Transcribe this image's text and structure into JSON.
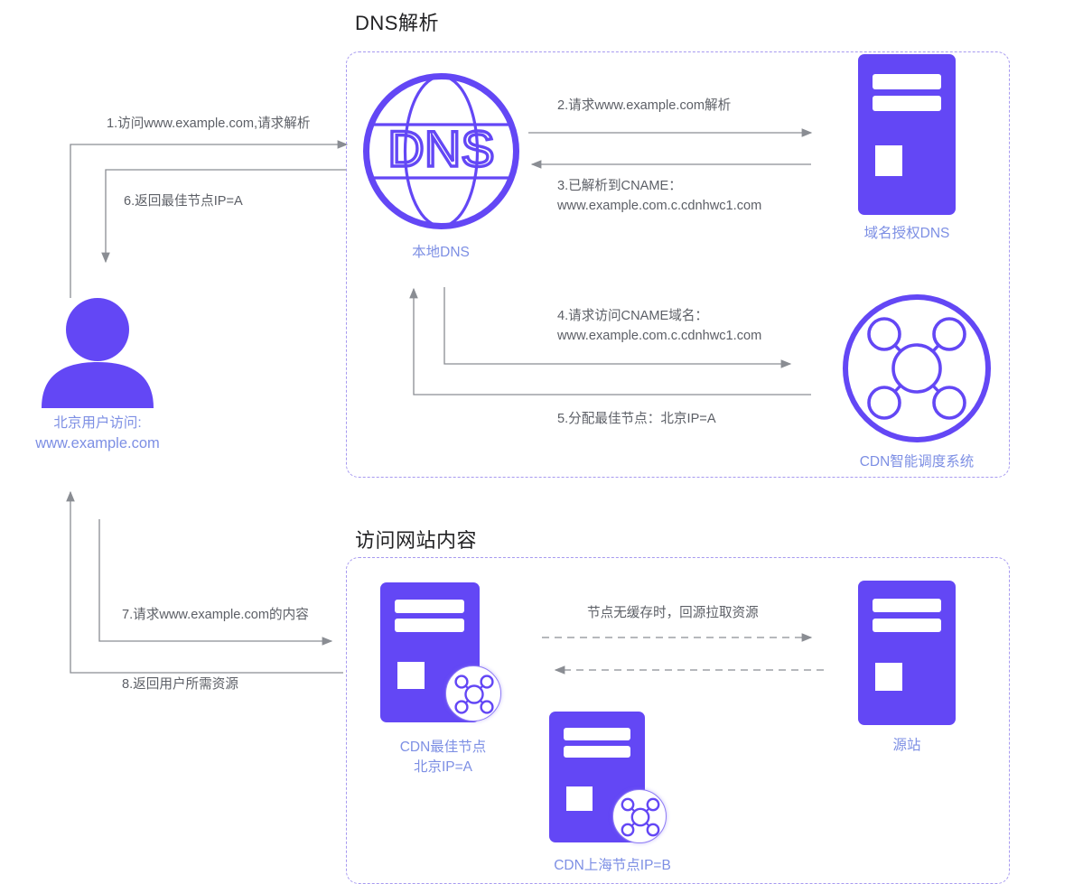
{
  "diagram": {
    "title_visible": false,
    "accent_purple": "#6347f5",
    "label_blue": "#7d8fe4",
    "arrow_gray": "#8a8d93",
    "panel_dash": "#a79af0"
  },
  "panels": [
    {
      "id": "dns",
      "title": "DNS解析"
    },
    {
      "id": "content",
      "title": "访问网站内容"
    }
  ],
  "nodes": {
    "user": {
      "icon": "user-icon",
      "label_line1": "北京用户访问:",
      "label_line2": "www.example.com"
    },
    "local_dns": {
      "icon": "dns-globe-icon",
      "label_line1": "本地DNS",
      "glyph": "DNS"
    },
    "auth_dns": {
      "icon": "server-icon",
      "label_line1": "域名授权DNS"
    },
    "cdn_system": {
      "icon": "cdn-network-icon",
      "label_line1": "CDN智能调度系统"
    },
    "cdn_best": {
      "icon": "server-cdn-icon",
      "label_line1": "CDN最佳节点",
      "label_line2": "北京IP=A"
    },
    "cdn_shanghai": {
      "icon": "server-cdn-icon",
      "label_line1": "CDN上海节点IP=B"
    },
    "origin": {
      "icon": "server-icon",
      "label_line1": "源站"
    }
  },
  "flows": [
    {
      "step": "1",
      "text": "1.访问www.example.com,请求解析"
    },
    {
      "step": "2",
      "text": "2.请求www.example.com解析"
    },
    {
      "step": "3",
      "line1": "3.已解析到CNAME：",
      "line2": "www.example.com.c.cdnhwc1.com"
    },
    {
      "step": "4",
      "line1": "4.请求访问CNAME域名：",
      "line2": "www.example.com.c.cdnhwc1.com"
    },
    {
      "step": "5",
      "text": "5.分配最佳节点：北京IP=A"
    },
    {
      "step": "6",
      "text": "6.返回最佳节点IP=A"
    },
    {
      "step": "7",
      "text": "7.请求www.example.com的内容"
    },
    {
      "step": "8",
      "text": "8.返回用户所需资源"
    },
    {
      "step": "origin-pull",
      "text": "节点无缓存时，回源拉取资源"
    }
  ]
}
